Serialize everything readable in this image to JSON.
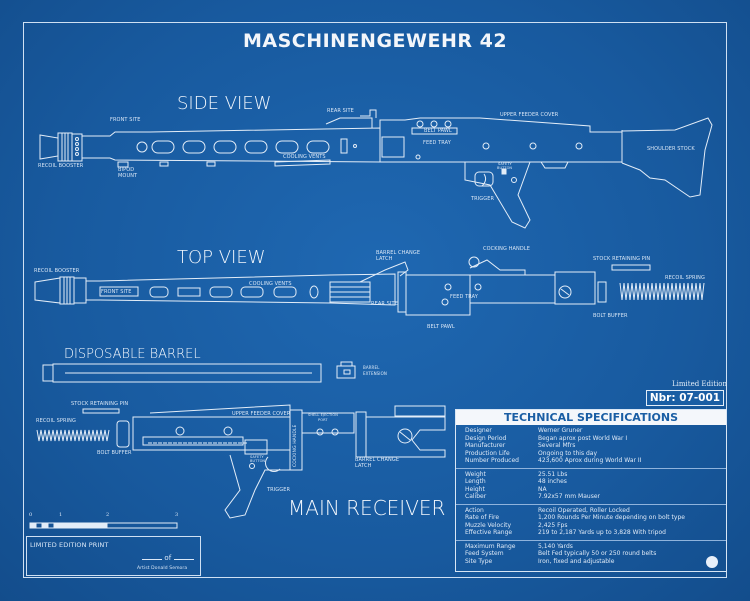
{
  "title": "MASCHINENGEWEHR 42",
  "side_view": {
    "heading": "SIDE VIEW",
    "labels": {
      "recoil_booster": "RECOIL BOOSTER",
      "front_site": "FRONT SITE",
      "bipod_mount_1": "BIPOD",
      "bipod_mount_2": "MOUNT",
      "rear_site": "REAR SITE",
      "cooling_vents": "COOLING VENTS",
      "belt_pawl": "BELT PAWL",
      "feed_tray": "FEED TRAY",
      "upper_feeder_cover": "UPPER FEEDER COVER",
      "safety_button_1": "SAFETY",
      "safety_button_2": "BUTTON",
      "trigger": "TRIGGER",
      "shoulder_stock": "SHOULDER STOCK"
    }
  },
  "top_view": {
    "heading": "TOP VIEW",
    "labels": {
      "recoil_booster": "RECOIL BOOSTER",
      "front_site": "FRONT SITE",
      "cooling_vents": "COOLING VENTS",
      "barrel_change_latch_1": "BARREL CHANGE",
      "barrel_change_latch_2": "LATCH",
      "rear_site": "REAR SITE",
      "cocking_handle": "COCKING HANDLE",
      "feed_tray": "FEED TRAY",
      "belt_pawl": "BELT PAWL",
      "stock_retaining_pin": "STOCK RETAINING PIN",
      "recoil_spring": "RECOIL SPRING",
      "bolt_buffer": "BOLT BUFFER"
    }
  },
  "barrel": {
    "heading": "DISPOSABLE BARREL",
    "extension_1": "BARREL",
    "extension_2": "EXTENSION"
  },
  "receiver": {
    "heading": "MAIN RECEIVER",
    "labels": {
      "stock_retaining_pin": "STOCK RETAINING PIN",
      "recoil_spring": "RECOIL SPRING",
      "bolt_buffer": "BOLT BUFFER",
      "upper_feeder_cover": "UPPER FEEDER COVER",
      "cocking_handle": "COCKING HANDLE",
      "shell_ejection_port_1": "SHELL EJECTION",
      "shell_ejection_port_2": "PORT",
      "safety_button_1": "SAFETY",
      "safety_button_2": "BUTTON",
      "trigger": "TRIGGER",
      "barrel_change_latch_1": "BARREL CHANGE",
      "barrel_change_latch_2": "LATCH"
    }
  },
  "scale": {
    "ticks": [
      "0",
      "1",
      "2",
      "3"
    ]
  },
  "limited_print": {
    "heading": "LIMITED EDITION PRINT",
    "of": "of",
    "artist": "Artist Donald Semora"
  },
  "edition": {
    "label": "Limited Edition",
    "number": "Nbr: 07-001"
  },
  "specs": {
    "heading": "TECHNICAL SPECIFICATIONS",
    "groups": [
      [
        [
          "Designer",
          "Werner Gruner"
        ],
        [
          "Design Period",
          "Began aprox post World War I"
        ],
        [
          "Manufacturer",
          "Several Mfrs"
        ],
        [
          "Production Life",
          "Ongoing to this day"
        ],
        [
          "Number Produced",
          "423,600 Aprox during World War II"
        ]
      ],
      [
        [
          "Weight",
          "25.51 Lbs"
        ],
        [
          "Length",
          "48 inches"
        ],
        [
          "Height",
          "NA"
        ],
        [
          "Caliber",
          "7.92x57 mm Mauser"
        ]
      ],
      [
        [
          "Action",
          "Recoil Operated, Roller Locked"
        ],
        [
          "Rate of Fire",
          "1,200 Rounds Per Minute depending on bolt type"
        ],
        [
          "Muzzle Velocity",
          "2,425 Fps"
        ],
        [
          "Effective Range",
          "219 to 2,187 Yards up to 3,828 With tripod"
        ]
      ],
      [
        [
          "Maximum Range",
          "5,140 Yards"
        ],
        [
          "Feed System",
          "Belt Fed typically 50 or 250 round belts"
        ],
        [
          "Site Type",
          "Iron, fixed and adjustable"
        ]
      ]
    ]
  },
  "colors": {
    "background": "#1a5ea4",
    "line": "#e8f0fa"
  }
}
